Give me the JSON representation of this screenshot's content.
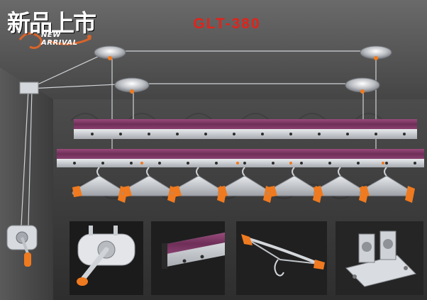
{
  "brand": {
    "name_cn": "新品上市",
    "name_en": "NEW ARRIVAL"
  },
  "product": {
    "model": "GLT-380"
  },
  "icons": {
    "logo": "swirl-logo-icon",
    "crank": "hand-crank-icon",
    "pulley": "ceiling-pulley-icon",
    "hanger": "clothes-hanger-icon"
  },
  "colors": {
    "title": "#e2231a",
    "accent_orange": "#f07a1f",
    "rail_purple": "#7c3a63",
    "metal": "#c9ccd1",
    "background": "#3a3a3a"
  },
  "detail_photos": [
    {
      "id": "crank-housing"
    },
    {
      "id": "rail-section"
    },
    {
      "id": "single-hanger"
    },
    {
      "id": "pulley-bracket"
    }
  ]
}
